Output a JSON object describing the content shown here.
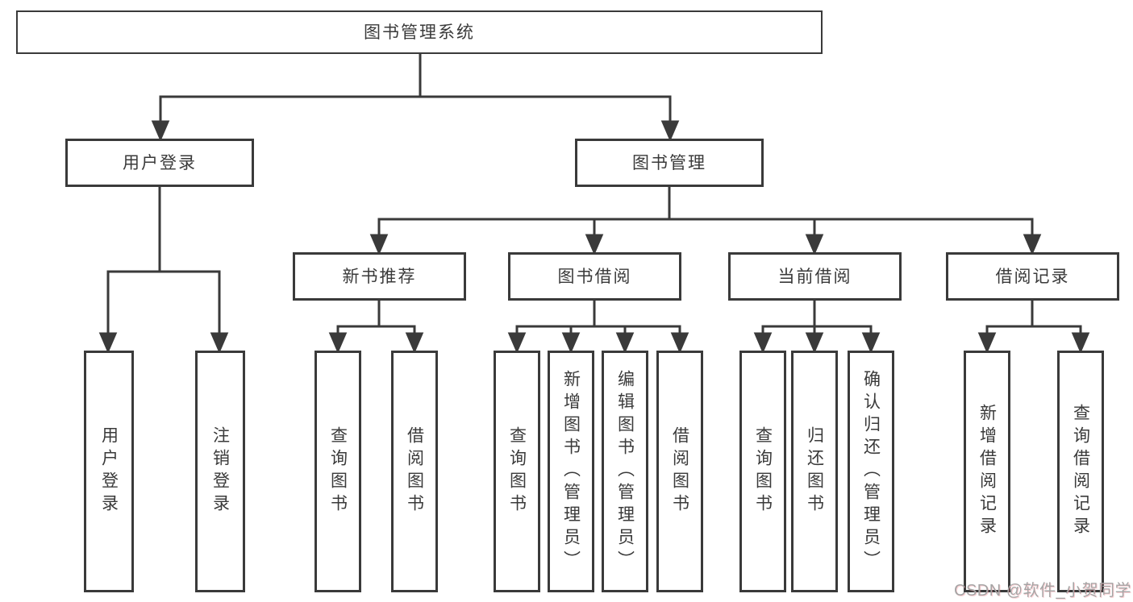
{
  "diagram": {
    "title_node": "图书管理系统",
    "root": {
      "label": "图书管理系统"
    },
    "branches": [
      {
        "label": "用户登录",
        "children": [
          {
            "label": "用户登录"
          },
          {
            "label": "注销登录"
          }
        ]
      },
      {
        "label": "图书管理",
        "children": [
          {
            "label": "新书推荐",
            "children": [
              {
                "label": "查询图书"
              },
              {
                "label": "借阅图书"
              }
            ]
          },
          {
            "label": "图书借阅",
            "children": [
              {
                "label": "查询图书"
              },
              {
                "label": "新增图书（管理员）"
              },
              {
                "label": "编辑图书（管理员）"
              },
              {
                "label": "借阅图书"
              }
            ]
          },
          {
            "label": "当前借阅",
            "children": [
              {
                "label": "查询图书"
              },
              {
                "label": "归还图书"
              },
              {
                "label": "确认归还（管理员）"
              }
            ]
          },
          {
            "label": "借阅记录",
            "children": [
              {
                "label": "新增借阅记录"
              },
              {
                "label": "查询借阅记录"
              }
            ]
          }
        ]
      }
    ]
  },
  "watermark": {
    "text": "CSDN @软件_小贺同学"
  },
  "colors": {
    "line": "#3a3a3a",
    "text": "#3a3a3a",
    "watermark": "#a5a5a5",
    "background": "#ffffff"
  }
}
